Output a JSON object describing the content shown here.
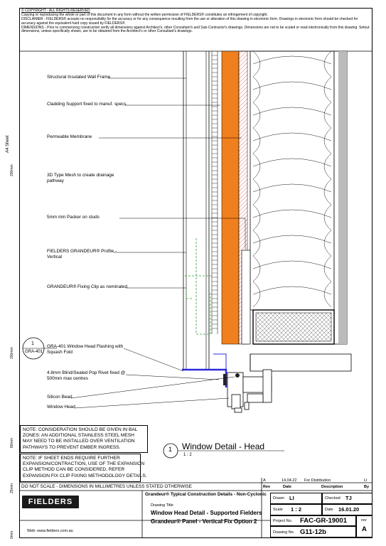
{
  "notes": {
    "copyright": "© COPYRIGHT - ALL RIGHTS RESERVED",
    "copyright_text": "Copying or reproducing the whole or part of this document in any form without the written permission of FIELDERS® constitutes an infringement of copyright.",
    "disclaimer": "DISCLAIMER - FIELDERS® accepts no responsibility for the accuracy or for any consequence resulting from the use or alteration of this drawing in electronic form. Drawings in electronic form should be checked for accuracy against the equivalent hard copy issued by FIELDERS®",
    "dimensions": "DIMENSIONS - Prior to commencing construction verify all dimensions against Architect's, other Consultant's and Sub-Contractor's drawings. Dimensions are not to be scaled or read electronically from this drawing. Setout dimensions, unless specifically shown, are to be obtained from the Architect's or other Consultant's drawings."
  },
  "labels": {
    "frame": "Structural Insulated Wall Frame",
    "cladding_support": "Cladding Support fixed to manuf. specs",
    "membrane": "Permeable Membrane",
    "mesh_line1": "3D Type Mesh to create drainage",
    "mesh_line2": "pathway",
    "packer": "5mm min Packer on studs",
    "profile_line1": "FIELDERS GRANDEUR® Profile -",
    "profile_line2": "Vertical",
    "fixing_clip": "GRANDEUR® Fixing Clip as nominated",
    "flashing_line1": "GRA-401 Window Head Flashing with",
    "flashing_line2": "Squash Fold",
    "rivet_line1": "4.8mm Blind/Sealed Pop Rivet fixed @",
    "rivet_line2": "500mm max centres",
    "silicon": "Silicon Bead",
    "window_head": "Window Head"
  },
  "callout": {
    "number": "1",
    "code": "GRA-401"
  },
  "ruler": {
    "a4": "A4 Sheet",
    "mm200": "200mm",
    "mm150": "150mm",
    "mm80": "80mm",
    "mm25": "25mm",
    "mm0": "0mm"
  },
  "note_bal": [
    "NOTE: CONSIDERATION SHOULD BE GIVEN IN BAL",
    "ZONES: AN ADDITIONAL STAINLESS STEEL MESH",
    "MAY NEED TO BE INSTALLED OVER VENTILATION",
    "PATHWAYS TO PREVENT EMBER INGRESS."
  ],
  "note_expansion": [
    "NOTE: IF SHEET ENDS REQUIRE FURTHER",
    "EXPANSION/CONTRACTION, USE OF THE EXPANSION",
    "CLIP METHOD CAN BE CONSIDERED, REFER",
    "EXPANSION FIX CLIP FIXING METHODOLOGY DETAILS."
  ],
  "detail_title": {
    "number": "1",
    "title": "Window Detail - Head",
    "scale": "1 : 2"
  },
  "do_not_scale": "DO NOT SCALE - DIMENSIONS IN MILLIMETRES UNLESS STATED OTHERWISE",
  "revision_table": {
    "row": {
      "rev": "A",
      "date": "14.04.22",
      "description": "For Distribution",
      "by": "LI"
    },
    "headers": {
      "rev": "Rev",
      "date": "Date",
      "description": "Description",
      "by": "By"
    }
  },
  "title_block": {
    "logo": "FIELDERS",
    "series": "Grandeur® Typical Construction Details - Non-Cyclonic",
    "drawing_title_label": "Drawing Title",
    "title_line1": "Window Head Detail - Supported Fielders",
    "title_line2": "Grandeur® Panel - Vertical Fix Option 2",
    "website": "Web: www.fielders.com.au",
    "drawn_label": "Drawn",
    "drawn": "LI",
    "checked_label": "Checked",
    "checked": "TJ",
    "scale_label": "Scale",
    "scale": "1 : 2",
    "date_label": "Date",
    "date": "16.01.20",
    "project_label": "Project No.",
    "project": "FAC-GR-19001",
    "drawing_no_label": "Drawing No.",
    "drawing_no": "G11-12b",
    "rev_label": "rev",
    "rev": "A"
  },
  "colors": {
    "cladding": "#f07f1e",
    "flashing": "#2a2adc",
    "clip": "#3a9a3a",
    "hatch": "#cc3a2a"
  }
}
